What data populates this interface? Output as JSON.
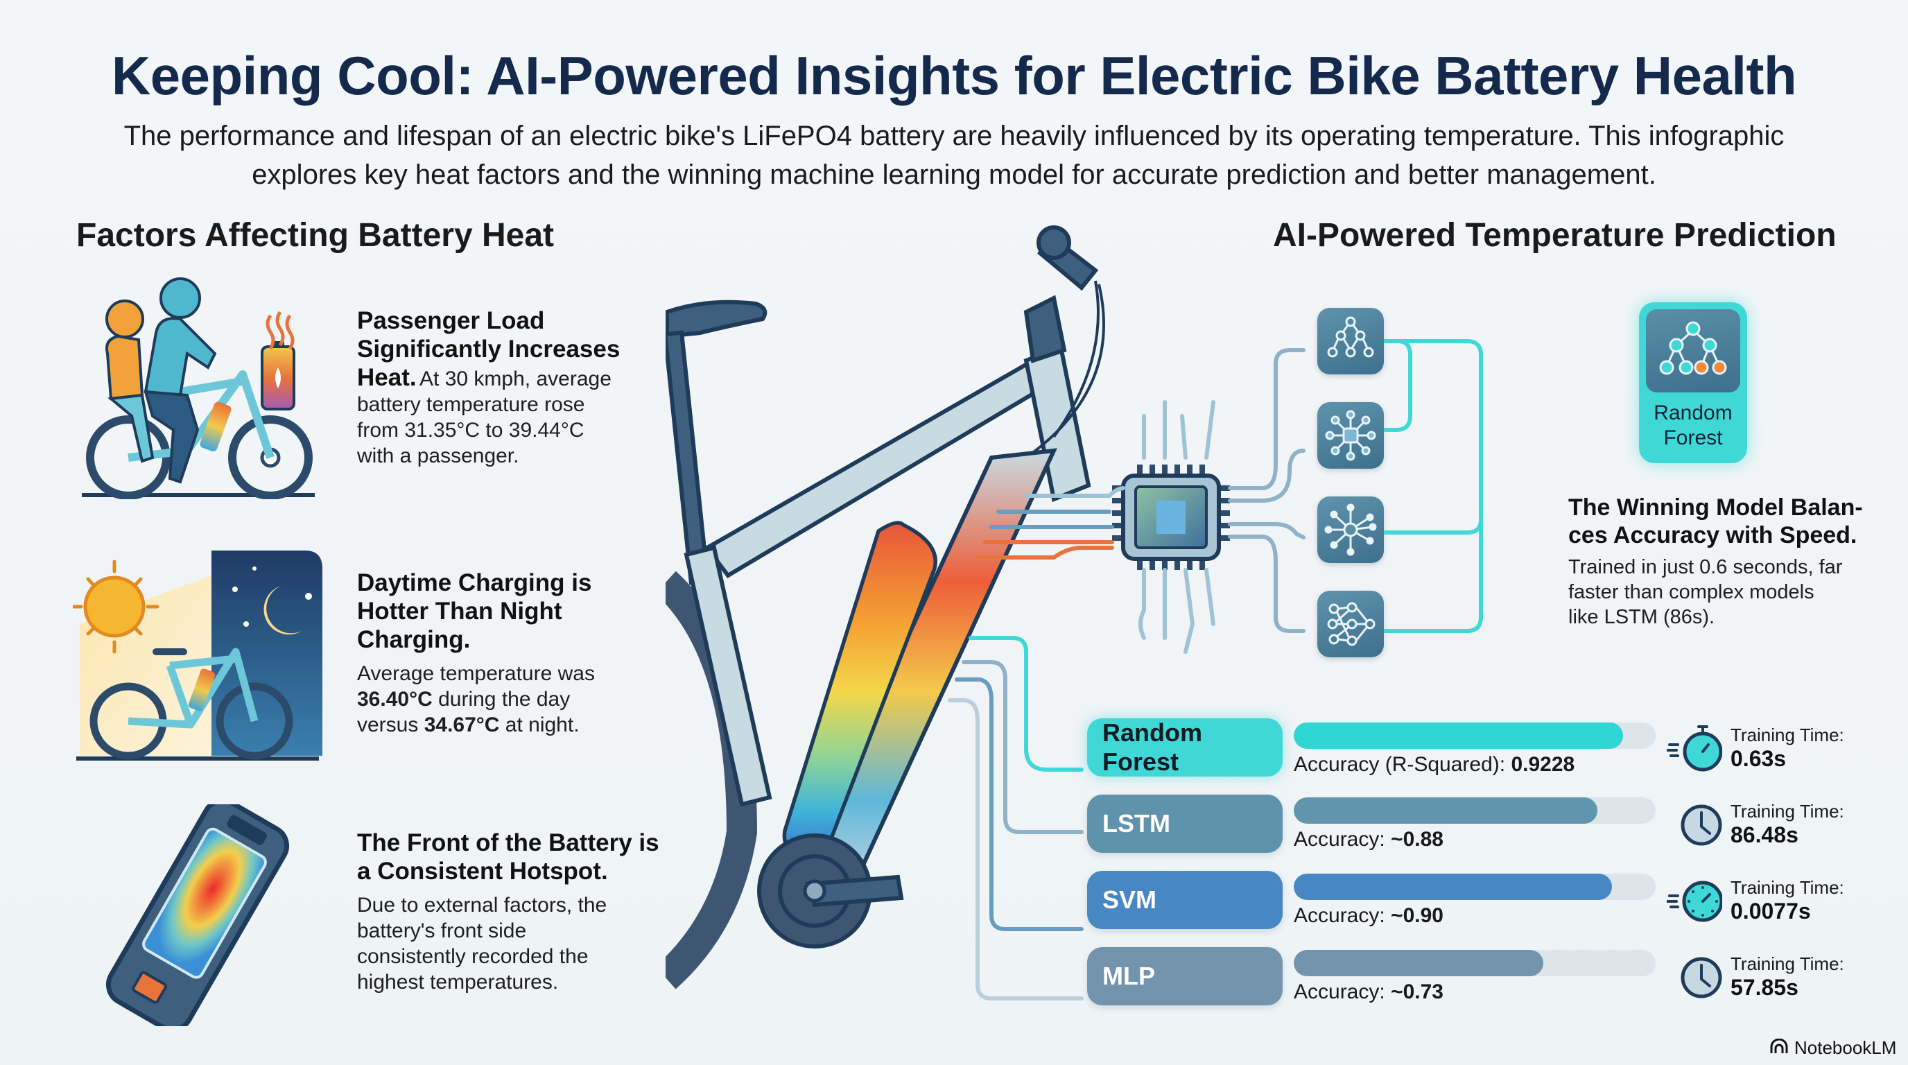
{
  "header": {
    "title": "Keeping Cool: AI-Powered Insights for Electric Bike Battery Health",
    "subtitle": "The performance and lifespan of an electric bike's LiFePO4 battery are heavily influenced by its operating temperature. This infographic explores key heat factors and the winning machine learning model for accurate prediction and better management."
  },
  "factors": {
    "heading": "Factors Affecting Battery Heat",
    "items": [
      {
        "icon": "passenger-bike-icon",
        "title_lines": [
          "Passenger Load",
          "Significantly Increases",
          "Heat."
        ],
        "body_inline": "At 30 kmph, average",
        "body_lines": [
          "battery temperature rose",
          "from 31.35°C to 39.44°C",
          "with a passenger."
        ]
      },
      {
        "icon": "day-night-bike-icon",
        "title_lines": [
          "Daytime Charging is",
          "Hotter Than Night",
          "Charging."
        ],
        "body_line1": "Average temperature was",
        "day_temp": "36.40°C",
        "day_suffix": " during the day",
        "night_prefix": "versus ",
        "night_temp": "34.67°C",
        "night_suffix": " at night."
      },
      {
        "icon": "battery-hotspot-icon",
        "title_lines": [
          "The Front of the Battery is",
          "a Consistent Hotspot."
        ],
        "body_lines": [
          "Due to external factors, the",
          "battery's front side",
          "consistently recorded the",
          "highest temperatures."
        ]
      }
    ]
  },
  "prediction": {
    "heading": "AI-Powered Temperature Prediction",
    "pipeline_icons": [
      "decision-tree-icon",
      "hub-network-icon",
      "star-network-icon",
      "neural-network-icon"
    ],
    "winner": {
      "name_line1": "Random",
      "name_line2": "Forest",
      "title_lines": [
        "The Winning Model Balan-",
        "ces Accuracy with Speed."
      ],
      "body_lines": [
        "Trained in just 0.6 seconds, far",
        "faster than complex models",
        "like LSTM (86s)."
      ]
    },
    "models": [
      {
        "name": "Random Forest",
        "accuracy_label": "Accuracy (R-Squared): ",
        "accuracy_value": "0.9228",
        "accuracy": 0.9228,
        "fill_pct": 91,
        "time_label": "Training Time:",
        "time_value": "0.63s",
        "color": "#3fd8d6",
        "bar_color": "#2fd6d4",
        "text_color": "#0f1a22",
        "time_icon": "fast-stopwatch-icon"
      },
      {
        "name": "LSTM",
        "accuracy_label": "Accuracy: ",
        "accuracy_value": "~0.88",
        "accuracy": 0.88,
        "fill_pct": 84,
        "time_label": "Training Time:",
        "time_value": "86.48s",
        "color": "#5f92ab",
        "bar_color": "#5f95ad",
        "text_color": "#ffffff",
        "time_icon": "slow-clock-icon"
      },
      {
        "name": "SVM",
        "accuracy_label": "Accuracy: ",
        "accuracy_value": "~0.90",
        "accuracy": 0.9,
        "fill_pct": 88,
        "time_label": "Training Time:",
        "time_value": "0.0077s",
        "color": "#4787c4",
        "bar_color": "#4787c4",
        "text_color": "#ffffff",
        "time_icon": "fast-stopwatch-icon"
      },
      {
        "name": "MLP",
        "accuracy_label": "Accuracy: ",
        "accuracy_value": "~0.73",
        "accuracy": 0.73,
        "fill_pct": 69,
        "time_label": "Training Time:",
        "time_value": "57.85s",
        "color": "#7493ad",
        "bar_color": "#7493ad",
        "text_color": "#ffffff",
        "time_icon": "slow-clock-icon"
      }
    ]
  },
  "colors": {
    "title": "#15294d",
    "accent_teal": "#3fd8d6",
    "frame_blue": "#1f3b5a",
    "hot_orange": "#e8743b"
  },
  "brand": {
    "label": "NotebookLM"
  }
}
